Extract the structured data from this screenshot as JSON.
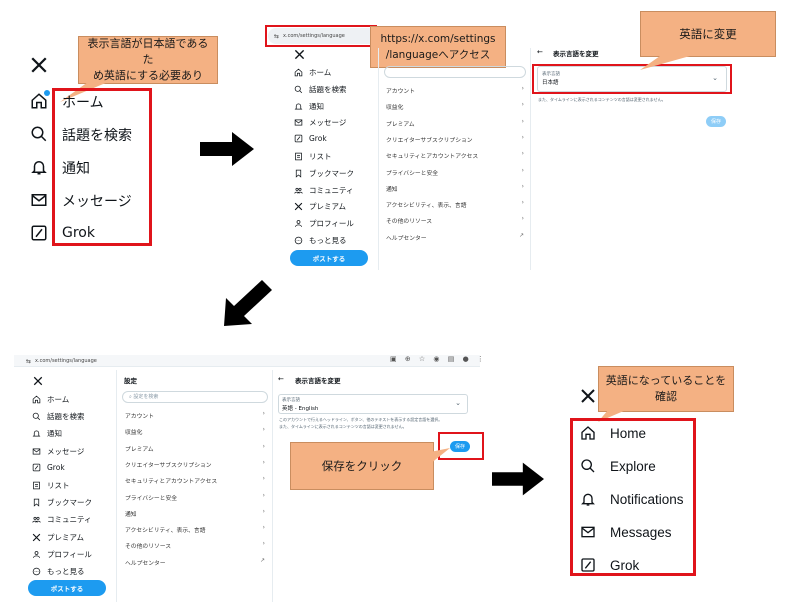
{
  "panel1": {
    "callout": "表示言語が日本語であるた\nめ英語にする必要あり",
    "nav": [
      {
        "label": "ホーム",
        "icon": "home-icon"
      },
      {
        "label": "話題を検索",
        "icon": "search-icon"
      },
      {
        "label": "通知",
        "icon": "bell-icon"
      },
      {
        "label": "メッセージ",
        "icon": "mail-icon"
      },
      {
        "label": "Grok",
        "icon": "grok-icon"
      }
    ]
  },
  "panel2": {
    "url": "x.com/settings/language",
    "callout_url": "https://x.com/settings\n/languageへアクセス",
    "callout_change": "英語に変更",
    "nav": [
      {
        "label": "ホーム"
      },
      {
        "label": "話題を検索"
      },
      {
        "label": "通知"
      },
      {
        "label": "メッセージ"
      },
      {
        "label": "Grok"
      },
      {
        "label": "リスト"
      },
      {
        "label": "ブックマーク"
      },
      {
        "label": "コミュニティ"
      },
      {
        "label": "プレミアム"
      },
      {
        "label": "プロフィール"
      },
      {
        "label": "もっと見る"
      }
    ],
    "post_button": "ポストする",
    "settings_rows": [
      "アカウント",
      "収益化",
      "プレミアム",
      "クリエイターサブスクリプション",
      "セキュリティとアカウントアクセス",
      "プライバシーと安全",
      "通知",
      "アクセシビリティ、表示、言語",
      "その他のリソース",
      "ヘルプセンター"
    ],
    "page_title": "表示言語を変更",
    "select_label": "表示言語",
    "select_value": "日本語",
    "note": "また、タイムラインに表示されるコンテンツの言語は変更されません。",
    "save_button": "保存"
  },
  "panel3": {
    "url": "x.com/settings/language",
    "settings_title": "設定",
    "search_placeholder": "設定を検索",
    "nav": [
      {
        "label": "ホーム"
      },
      {
        "label": "話題を検索"
      },
      {
        "label": "通知"
      },
      {
        "label": "メッセージ"
      },
      {
        "label": "Grok"
      },
      {
        "label": "リスト"
      },
      {
        "label": "ブックマーク"
      },
      {
        "label": "コミュニティ"
      },
      {
        "label": "プレミアム"
      },
      {
        "label": "プロフィール"
      },
      {
        "label": "もっと見る"
      }
    ],
    "post_button": "ポストする",
    "settings_rows": [
      "アカウント",
      "収益化",
      "プレミアム",
      "クリエイターサブスクリプション",
      "セキュリティとアカウントアクセス",
      "プライバシーと安全",
      "通知",
      "アクセシビリティ、表示、言語",
      "その他のリソース",
      "ヘルプセンター"
    ],
    "page_title": "表示言語を変更",
    "select_label": "表示言語",
    "select_value": "英語 - English",
    "note1": "このアカウントで行えるヘッドライン、ボタン、他のテキストを表示する設定言語を選択。",
    "note2": "また、タイムラインに表示されるコンテンツの言語は変更されません。",
    "save_button": "保存",
    "callout": "保存をクリック"
  },
  "panel4": {
    "callout": "英語になっていることを確認",
    "nav": [
      {
        "label": "Home"
      },
      {
        "label": "Explore"
      },
      {
        "label": "Notifications"
      },
      {
        "label": "Messages"
      },
      {
        "label": "Grok"
      }
    ]
  },
  "colors": {
    "accent": "#1d9bf0",
    "red": "#e0141b",
    "callout": "#f4b183"
  }
}
